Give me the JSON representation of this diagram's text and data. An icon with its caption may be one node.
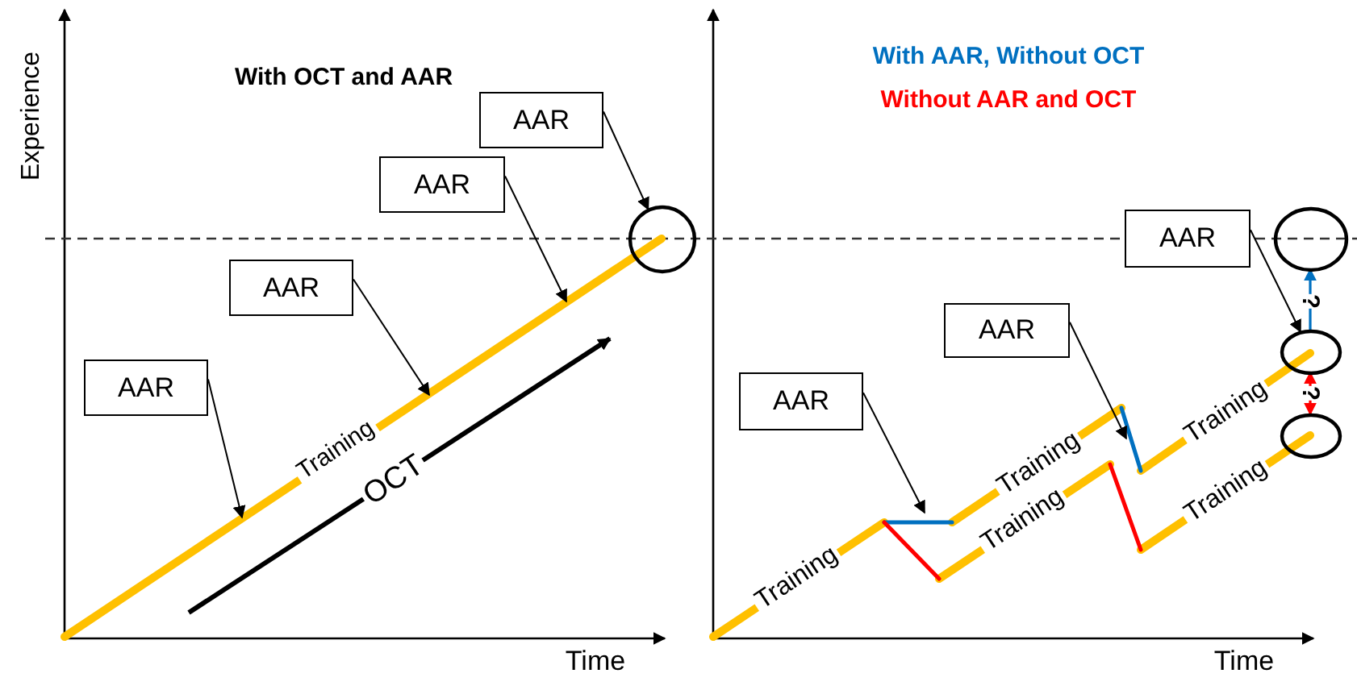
{
  "diagram": {
    "nodes": [
      {
        "text": [
          "AAR"
        ]
      },
      {
        "text": [
          "AAR"
        ]
      },
      {
        "text": [
          "AAR"
        ]
      },
      {
        "text": [
          "AAR"
        ]
      },
      {
        "text": [],
        "shape": "circle"
      },
      {
        "text": [
          "AAR"
        ]
      },
      {
        "text": [
          "AAR"
        ]
      },
      {
        "text": [
          "AAR"
        ]
      },
      {
        "text": [],
        "shape": "circle"
      },
      {
        "text": [],
        "shape": "circle"
      },
      {
        "text": [],
        "shape": "circle"
      }
    ],
    "edges": [
      {
        "from": 0,
        "to": null,
        "arrow": "to"
      },
      {
        "from": 1,
        "to": null,
        "arrow": "to"
      },
      {
        "from": 2,
        "to": null,
        "arrow": "to"
      },
      {
        "from": 3,
        "to": 4,
        "arrow": "to"
      },
      {
        "from": 5,
        "to": null,
        "arrow": "to"
      },
      {
        "from": 6,
        "to": null,
        "arrow": "to"
      },
      {
        "from": 7,
        "to": 9,
        "arrow": "to"
      },
      {
        "from": 9,
        "to": 8,
        "arrow": "to",
        "label": "?",
        "color": "#0070c0"
      },
      {
        "from": 9,
        "to": 10,
        "arrow": "both",
        "label": "?",
        "color": "#ff0000"
      }
    ],
    "labels": [
      "With OCT and AAR",
      "Experience",
      "Training",
      "OCT",
      "Time",
      "With AAR, Without OCT",
      "Without AAR and OCT",
      "Training",
      "Training",
      "Training",
      "Training",
      "Training",
      "Time"
    ]
  }
}
